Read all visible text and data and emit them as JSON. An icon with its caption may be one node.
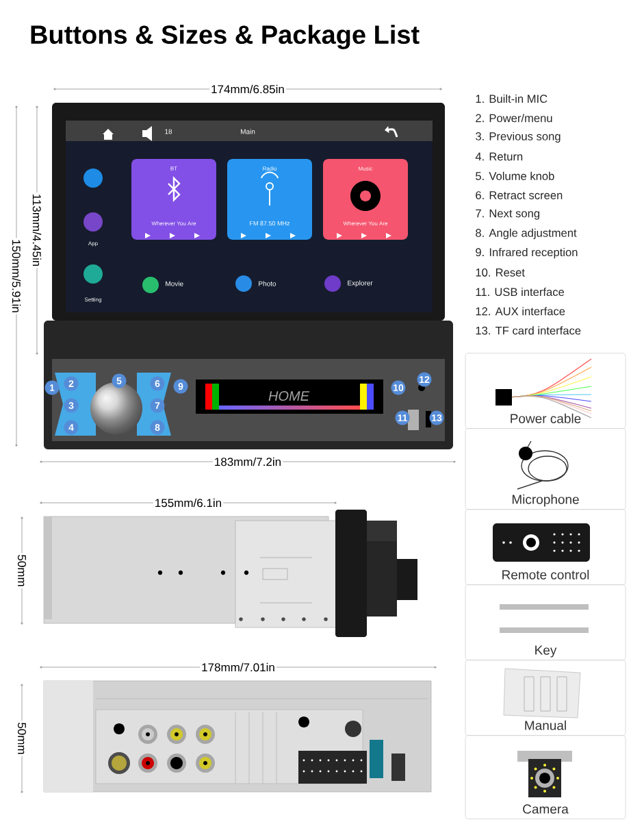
{
  "diagram": {
    "title": "Buttons & Sizes & Package List",
    "nodes": [
      {
        "text": [
          "Power cable"
        ]
      },
      {
        "text": [
          "Microphone"
        ]
      },
      {
        "text": [
          "Remote control"
        ]
      },
      {
        "text": [
          "Key"
        ]
      },
      {
        "text": [
          "Manual"
        ]
      },
      {
        "text": [
          "Camera"
        ]
      }
    ],
    "labels": [
      "1. Built-in MIC",
      "2. Power/menu",
      "3. Previous song",
      "4. Return",
      "5. Volume knob",
      "6. Retract screen",
      "7. Next song",
      "8. Angle adjustment",
      "9. Infrared reception",
      "10. Reset",
      "11. USB interface",
      "12. AUX interface",
      "13. TF card interface",
      "174mm/6.85in",
      "113mm/4.45in",
      "150mm/5.91in",
      "18",
      "Main",
      "BT",
      "Radio",
      "Music",
      "Wherever You Are",
      "FM 87.50 MHz",
      "Wherever You Are",
      "App",
      "Setting",
      "Movie",
      "Photo",
      "Explorer",
      "HOME",
      "1",
      "2",
      "3",
      "4",
      "5",
      "6",
      "7",
      "8",
      "9",
      "10",
      "11",
      "12",
      "13",
      "183mm/7.2in",
      "155mm/6.1in",
      "50mm",
      "178mm/7.01in",
      "50mm"
    ]
  }
}
